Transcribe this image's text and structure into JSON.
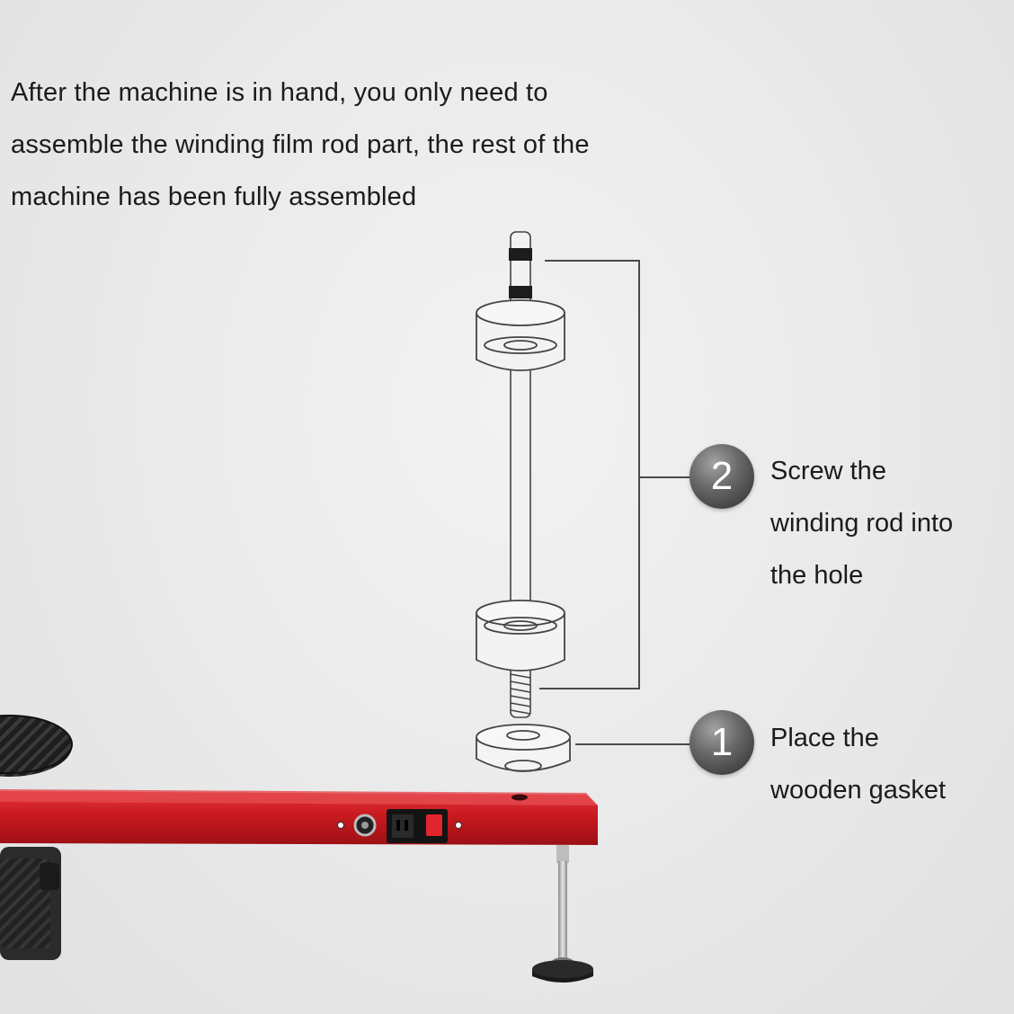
{
  "intro": {
    "lines": [
      "After the machine is in hand, you only need to",
      "assemble the winding film rod part, the rest of the",
      "machine has been fully assembled"
    ]
  },
  "steps": [
    {
      "number": "1",
      "lines": [
        "Place the",
        "wooden gasket"
      ]
    },
    {
      "number": "2",
      "lines": [
        "Screw the",
        "winding rod into",
        "the hole"
      ]
    }
  ],
  "colors": {
    "machine_body": "#c8191f",
    "badge": "#4a4a4a",
    "background": "#ececec"
  }
}
